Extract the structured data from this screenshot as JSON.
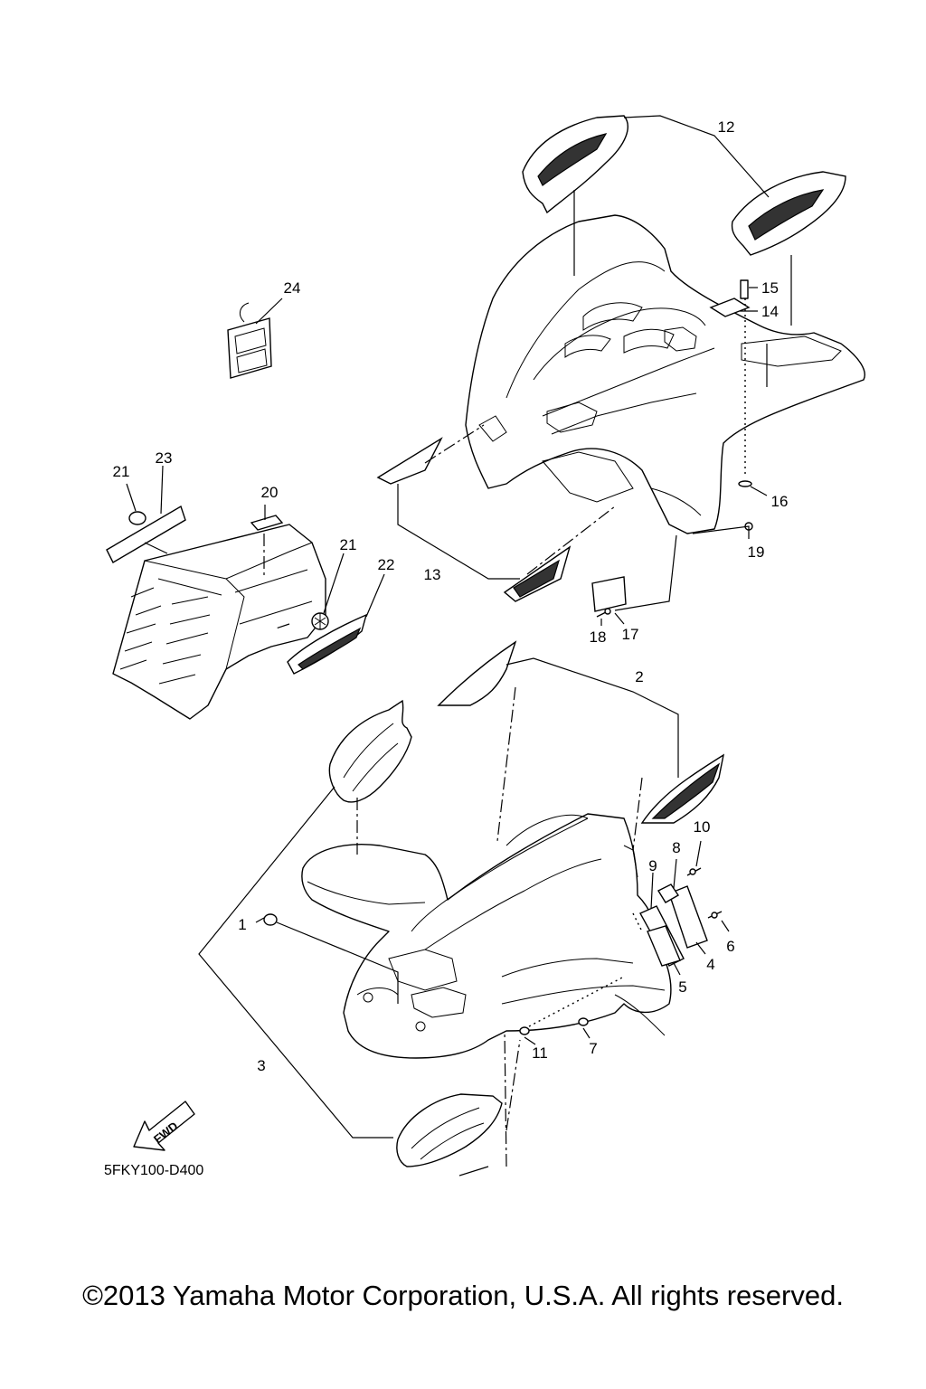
{
  "diagram": {
    "drawing_code": "5FKY100-D400",
    "fwd_label": "FWD",
    "copyright": "©2013 Yamaha Motor Corporation, U.S.A. All rights reserved.",
    "callouts": {
      "c1": "1",
      "c2": "2",
      "c3": "3",
      "c4": "4",
      "c5": "5",
      "c6": "6",
      "c7": "7",
      "c8": "8",
      "c9": "9",
      "c10": "10",
      "c11": "11",
      "c12": "12",
      "c13": "13",
      "c14": "14",
      "c15": "15",
      "c16": "16",
      "c17": "17",
      "c18": "18",
      "c19": "19",
      "c20": "20",
      "c21a": "21",
      "c21b": "21",
      "c22": "22",
      "c23": "23",
      "c24": "24"
    }
  }
}
